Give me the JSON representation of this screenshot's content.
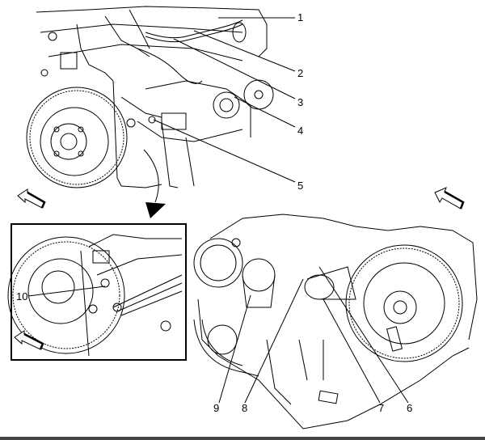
{
  "diagram": {
    "type": "exploded-engine-illustration",
    "description": "Engine assembly line drawing with numbered callouts",
    "callouts": [
      {
        "id": "1",
        "label": "1"
      },
      {
        "id": "2",
        "label": "2"
      },
      {
        "id": "3",
        "label": "3"
      },
      {
        "id": "4",
        "label": "4"
      },
      {
        "id": "5",
        "label": "5"
      },
      {
        "id": "6",
        "label": "6"
      },
      {
        "id": "7",
        "label": "7"
      },
      {
        "id": "8",
        "label": "8"
      },
      {
        "id": "9",
        "label": "9"
      },
      {
        "id": "10",
        "label": "10"
      }
    ],
    "views": {
      "top": "Upper engine view (intake/wiring side)",
      "inset": "Detail view of flywheel area",
      "bottom_right": "Lower engine view (starter/oil filter side)"
    },
    "direction_arrows": [
      {
        "id": "front-arrow-top-left",
        "direction": "left"
      },
      {
        "id": "front-arrow-inset",
        "direction": "up-left"
      },
      {
        "id": "front-arrow-right",
        "direction": "up-left"
      }
    ],
    "colors": {
      "line": "#000000",
      "background": "#ffffff",
      "bar": "#444444"
    }
  }
}
